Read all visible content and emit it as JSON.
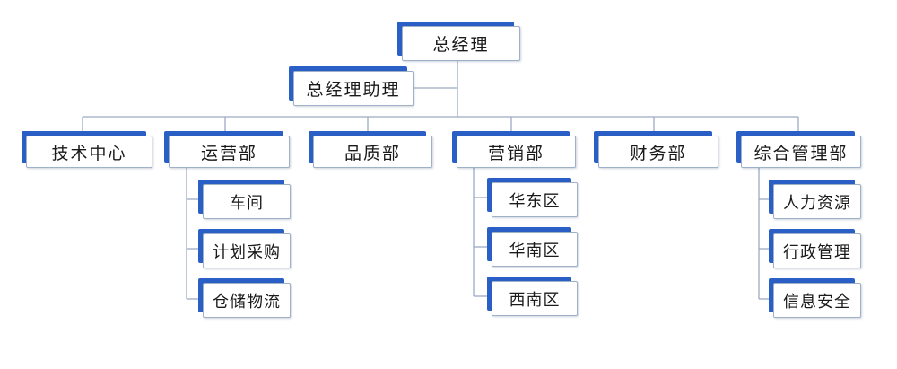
{
  "diagram": {
    "ceo": "总经理",
    "assistant": "总经理助理",
    "departments": {
      "tech": "技术中心",
      "operations": "运营部",
      "quality": "品质部",
      "marketing": "营销部",
      "finance": "财务部",
      "admin": "综合管理部"
    },
    "operations_units": [
      "车间",
      "计划采购",
      "仓储物流"
    ],
    "marketing_units": [
      "华东区",
      "华南区",
      "西南区"
    ],
    "admin_units": [
      "人力资源",
      "行政管理",
      "信息安全"
    ],
    "colors": {
      "accent": "#2a5fc6",
      "line": "#9aabc2",
      "box_border": "#9fb1c8"
    }
  }
}
